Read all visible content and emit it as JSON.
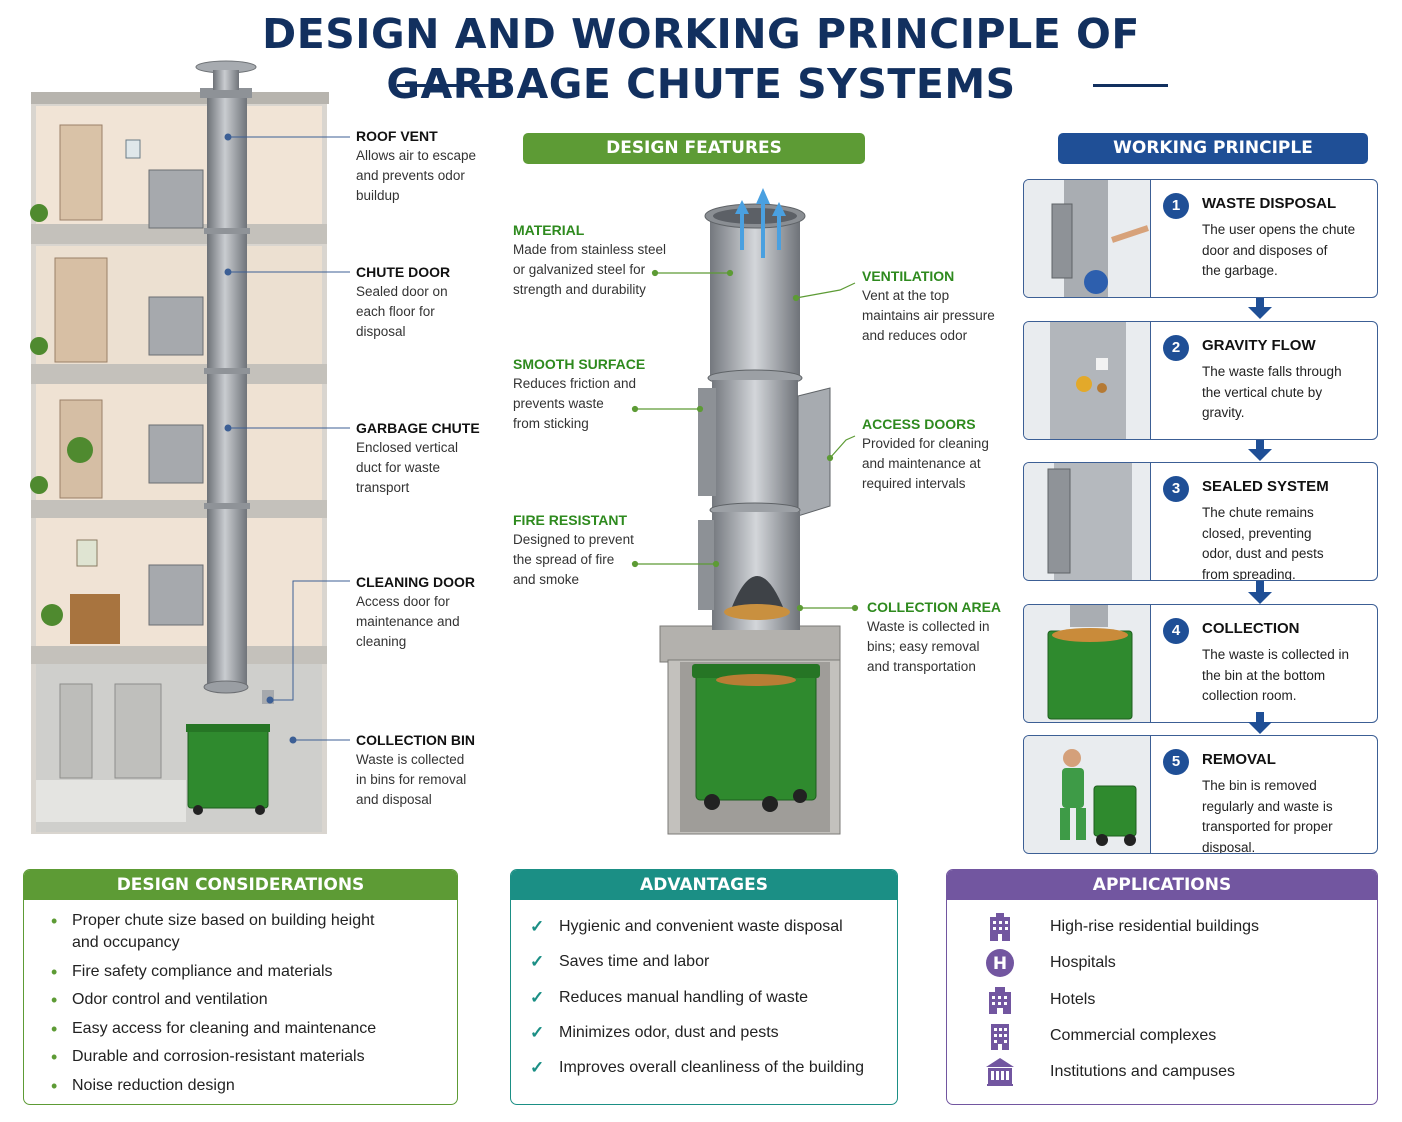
{
  "title": {
    "line1": "DESIGN AND WORKING PRINCIPLE OF",
    "line2": "GARBAGE CHUTE SYSTEMS"
  },
  "building_labels": [
    {
      "title": "ROOF VENT",
      "desc": "Allows air to escape\nand prevents odor\nbuildup"
    },
    {
      "title": "CHUTE DOOR",
      "desc": "Sealed door on\neach floor for\ndisposal"
    },
    {
      "title": "GARBAGE CHUTE",
      "desc": "Enclosed vertical\nduct for waste\ntransport"
    },
    {
      "title": "CLEANING DOOR",
      "desc": "Access door for\nmaintenance and\ncleaning"
    },
    {
      "title": "COLLECTION BIN",
      "desc": "Waste is collected\nin bins for removal\nand disposal"
    }
  ],
  "design_features": {
    "header": "DESIGN FEATURES",
    "left": [
      {
        "title": "MATERIAL",
        "desc": "Made from stainless steel\nor galvanized steel for\nstrength and durability"
      },
      {
        "title": "SMOOTH SURFACE",
        "desc": "Reduces friction and\nprevents waste\nfrom sticking"
      },
      {
        "title": "FIRE RESISTANT",
        "desc": "Designed to prevent\nthe spread of fire\nand smoke"
      }
    ],
    "right": [
      {
        "title": "VENTILATION",
        "desc": "Vent at the top\nmaintains air pressure\nand reduces odor"
      },
      {
        "title": "ACCESS DOORS",
        "desc": "Provided for cleaning\nand maintenance at\nrequired intervals"
      },
      {
        "title": "COLLECTION AREA",
        "desc": "Waste is collected in\nbins; easy removal\nand transportation"
      }
    ]
  },
  "working_principle": {
    "header": "WORKING PRINCIPLE",
    "steps": [
      {
        "num": "1",
        "title": "WASTE DISPOSAL",
        "desc": "The user opens the chute\ndoor and disposes of\nthe garbage."
      },
      {
        "num": "2",
        "title": "GRAVITY FLOW",
        "desc": "The waste falls through\nthe vertical chute by\ngravity."
      },
      {
        "num": "3",
        "title": "SEALED SYSTEM",
        "desc": "The chute remains\nclosed, preventing\nodor, dust and pests\nfrom spreading."
      },
      {
        "num": "4",
        "title": "COLLECTION",
        "desc": "The waste is collected in\nthe bin at the bottom\ncollection room."
      },
      {
        "num": "5",
        "title": "REMOVAL",
        "desc": "The bin is removed\nregularly and waste is\ntransported for proper\ndisposal."
      }
    ]
  },
  "design_considerations": {
    "header": "DESIGN CONSIDERATIONS",
    "items": [
      "Proper chute size based on building height\nand occupancy",
      "Fire safety compliance and materials",
      "Odor control and ventilation",
      "Easy access for cleaning and maintenance",
      "Durable and corrosion-resistant materials",
      "Noise reduction design"
    ]
  },
  "advantages": {
    "header": "ADVANTAGES",
    "items": [
      "Hygienic and convenient waste disposal",
      "Saves time and labor",
      "Reduces manual handling of waste",
      "Minimizes odor, dust and pests",
      "Improves overall cleanliness of the building"
    ]
  },
  "applications": {
    "header": "APPLICATIONS",
    "items": [
      {
        "icon": "building-icon",
        "label": "High-rise residential buildings"
      },
      {
        "icon": "hospital-icon",
        "label": "Hospitals"
      },
      {
        "icon": "hotel-icon",
        "label": "Hotels"
      },
      {
        "icon": "office-building-icon",
        "label": "Commercial complexes"
      },
      {
        "icon": "institution-icon",
        "label": "Institutions and campuses"
      }
    ]
  },
  "colors": {
    "title": "#12305f",
    "green_accent": "#5d9b35",
    "blue_accent": "#1f4f96",
    "teal_accent": "#1b8f85",
    "purple_accent": "#7256a0",
    "bin_green": "#2f8a2e",
    "steel": "#9ea2a7"
  }
}
